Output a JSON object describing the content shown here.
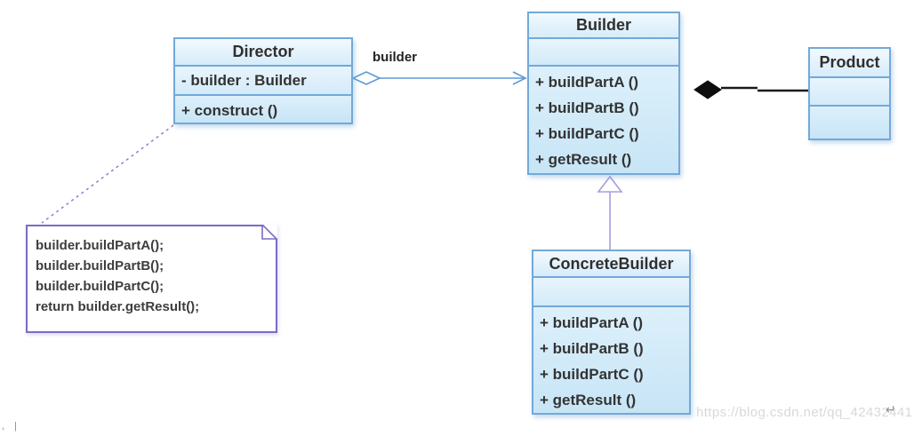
{
  "page": {
    "background": "#ffffff"
  },
  "colors": {
    "class_border": "#72a9da",
    "class_fill_light": "#e9f5fd",
    "class_fill_dark": "#c7e5f6",
    "association_blue": "#5b9bd5",
    "inheritance_purple": "#a59fe0",
    "note_border_purple": "#7c6bc7",
    "dashed_link_purple": "#8b7ed2",
    "composition_black": "#111111",
    "text_dark": "#333333",
    "watermark_gray": "#d9d9d9"
  },
  "diagram": {
    "classes": [
      {
        "name": "Director",
        "attributes": [
          "- builder : Builder"
        ],
        "methods": [
          "+ construct ()"
        ]
      },
      {
        "name": "Builder",
        "attributes": [],
        "methods": [
          "+ buildPartA ()",
          "+ buildPartB ()",
          "+ buildPartC ()",
          "+ getResult ()"
        ]
      },
      {
        "name": "Product",
        "attributes": [],
        "methods": []
      },
      {
        "name": "ConcreteBuilder",
        "attributes": [],
        "methods": [
          "+ buildPartA ()",
          "+ buildPartB ()",
          "+ buildPartC ()",
          "+ getResult ()"
        ]
      }
    ],
    "note": {
      "lines": [
        "builder.buildPartA();",
        "builder.buildPartB();",
        "builder.buildPartC();",
        "return builder.getResult();"
      ]
    },
    "relationships": {
      "aggregation_label": "builder",
      "aggregation": "Director -> Builder",
      "inheritance": "ConcreteBuilder -> Builder",
      "composition": "Product -> Builder",
      "note_link": "Director .. note"
    }
  },
  "watermark": {
    "text": "https://blog.csdn.net/qq_42432441",
    "return_mark": "↵"
  },
  "artifacts": {
    "bottom_left": ", |"
  }
}
